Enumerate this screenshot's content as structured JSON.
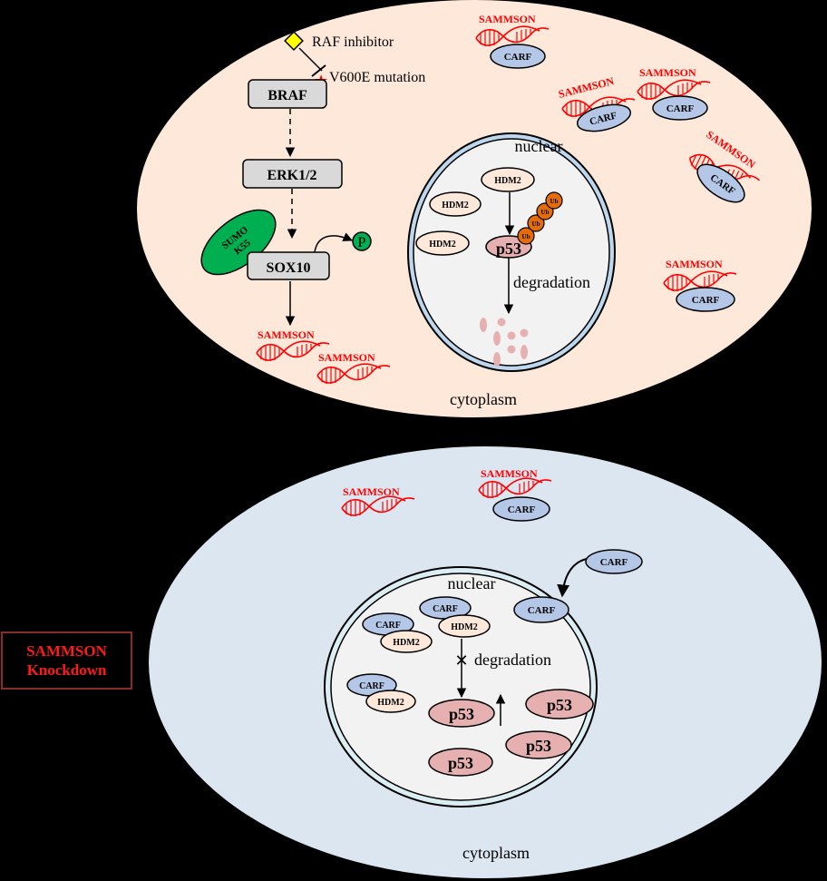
{
  "colors": {
    "background": "#000000",
    "cell_top": "#fde8da",
    "cell_bottom": "#dce6f1",
    "nucleus_fill": "#f2f2f2",
    "nucleus_ring": "#bdd7ee",
    "box_fill": "#d9d9d9",
    "sumo_green": "#00b050",
    "rna_red": "#ff0000",
    "carf_blue": "#b4c7e7",
    "hdm2_fill": "#fde8da",
    "p53_fill": "#e6b0b0",
    "ub_orange": "#e46c0a",
    "inhibitor_yellow": "#ffff00",
    "knockdown_red": "#ff1a1a"
  },
  "top_panel": {
    "inhibitor_label": "RAF inhibitor",
    "mutation_label": "V600E mutation",
    "braf": "BRAF",
    "erk": "ERK1/2",
    "sox10": "SOX10",
    "sumo_line1": "SUMO",
    "sumo_line2": "K55",
    "phospho": "P",
    "nucleus_label": "nuclear",
    "hdm2": "HDM2",
    "p53": "p53",
    "ub": "Ub",
    "degradation": "degradation",
    "cytoplasm": "cytoplasm",
    "sammson": "SAMMSON",
    "carf": "CARF"
  },
  "bottom_panel": {
    "knockdown_line1": "SAMMSON",
    "knockdown_line2": "Knockdown",
    "nucleus_label": "nuclear",
    "carf": "CARF",
    "hdm2": "HDM2",
    "p53": "p53",
    "degradation": "degradation",
    "blocked_mark": "✕",
    "cytoplasm": "cytoplasm",
    "sammson": "SAMMSON"
  }
}
